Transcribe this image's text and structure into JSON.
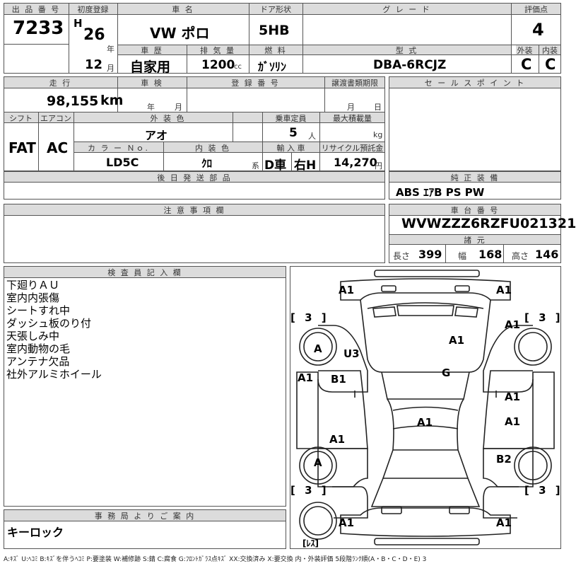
{
  "header": {
    "lot_label": "出 品 番 号",
    "lot_number": "7233",
    "first_reg_label": "初度登録",
    "era": "H",
    "year": "26",
    "year_unit": "年",
    "month": "12",
    "month_unit": "月",
    "car_name_label": "車 名",
    "car_name": "VW ポロ",
    "door_label": "ドア形状",
    "door": "5HB",
    "grade_label": "グ レ ー ド",
    "grade": "",
    "score_label": "評価点",
    "score": "4",
    "history_label": "車 歴",
    "history": "自家用",
    "displacement_label": "排 気 量",
    "displacement": "1200",
    "displacement_unit": "cc",
    "fuel_label": "燃 料",
    "fuel": "ｶﾞｿﾘﾝ",
    "model_label": "型 式",
    "model": "DBA-6RCJZ",
    "exterior_label": "外装",
    "exterior": "C",
    "interior_label": "内装",
    "interior": "C"
  },
  "row2": {
    "mileage_label": "走 行",
    "mileage": "98,155",
    "mileage_unit": "km",
    "inspection_label": "車 検",
    "inspection_year_unit": "年",
    "inspection_month_unit": "月",
    "reg_number_label": "登 録 番 号",
    "transfer_label": "譲渡書類期限",
    "transfer_month_unit": "月",
    "transfer_day_unit": "日",
    "sales_point_label": "セ ー ル ス ポ イ ン ト",
    "shift_label": "シフト",
    "shift": "FAT",
    "ac_label": "エアコン",
    "ac": "AC",
    "ext_color_label": "外 装 色",
    "ext_color": "アオ",
    "capacity_label": "乗車定員",
    "capacity": "5",
    "capacity_unit": "人",
    "load_label": "最大積載量",
    "load_unit": "kg",
    "color_no_label": "カ ラ ー Ｎｏ.",
    "color_no": "LD5C",
    "int_color_label": "内 装 色",
    "int_color": "ｸﾛ",
    "int_color_suffix": "系",
    "import_label": "輸 入 車",
    "import_type": "D車",
    "handle": "右H",
    "recycle_label": "リサイクル預託金",
    "recycle": "14,270",
    "recycle_unit": "円"
  },
  "later_parts_label": "後 日 発 送 部 品",
  "options_label": "純 正 装 備",
  "options": "ABS ｴｱB PS PW",
  "notes_label": "注 意 事 項 欄",
  "vin_label": "車 台 番 号",
  "vin": "WVWZZZ6RZFU021321",
  "specs_label": "諸 元",
  "length_label": "長さ",
  "length": "399",
  "width_label": "幅",
  "width": "168",
  "height_label": "高さ",
  "height": "146",
  "inspector_label": "検 査 員 記 入 欄",
  "inspector_notes": [
    "下廻りＡＵ",
    "室内内張傷",
    "シートすれ中",
    "ダッシュ板のり付",
    "天張しみ中",
    "室内動物の毛",
    "アンテナ欠品",
    "社外アルミホイール"
  ],
  "office_label": "事 務 局 よ り ご 案 内",
  "office_note": "キーロック",
  "legend": "A:ｷｽﾞ U:ﾍｺﾐ B:ｷｽﾞを伴うﾍｺﾐ P:要塗装 W:補修跡 S:錆 C:腐食 G:ﾌﾛﾝﾄｶﾞﾗｽ点ｷｽﾞ XX:交換済み X:要交換 内・外装評価 5段階ﾗﾝｸ順(A・B・C・D・E) 3",
  "diagram": {
    "marks": {
      "front_left": "A1",
      "front_right": "A1",
      "fender_front_right": "A1",
      "hood": "A1",
      "windshield": "G",
      "front_wheel_left": "A",
      "fender_front_left": "U3",
      "door_front_left": "A1",
      "door_front_left_inner": "B1",
      "door_front_right": "A1",
      "roof": "A1",
      "door_rear_left": "A1",
      "door_rear_right": "A1",
      "rear_wheel_left": "A",
      "quarter_rear_right": "B2",
      "rear_left": "A1",
      "rear_right": "A1"
    },
    "brackets": {
      "front_left": "[ 3 ]",
      "front_right": "[ 3 ]",
      "rear_left": "[ 3 ]",
      "rear_right": "[ 3 ]"
    },
    "spare_label": "[ﾚｽ]"
  }
}
